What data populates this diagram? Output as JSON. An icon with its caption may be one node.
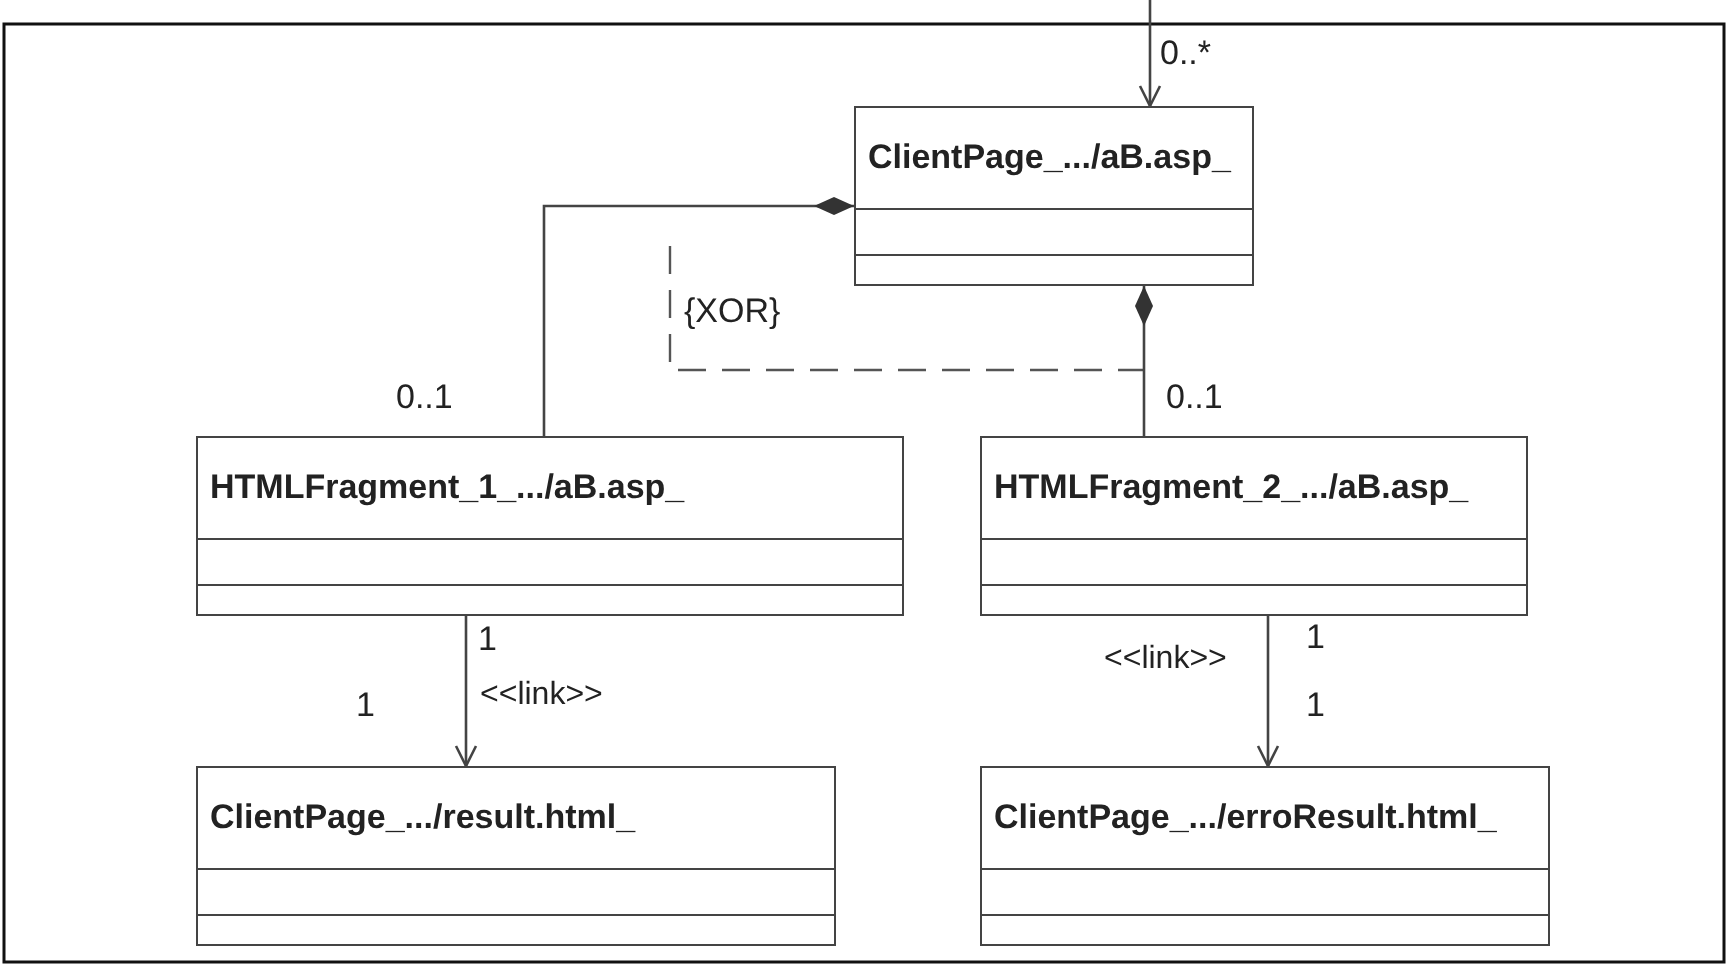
{
  "diagram": {
    "nodes": [
      {
        "text": [
          "ClientPage_.../aB.asp_"
        ]
      },
      {
        "text": [
          "HTMLFragment_1_.../aB.asp_"
        ]
      },
      {
        "text": [
          "HTMLFragment_2_.../aB.asp_"
        ]
      },
      {
        "text": [
          "ClientPage_.../result.html_"
        ]
      },
      {
        "text": [
          "ClientPage_.../erroResult.html_"
        ]
      }
    ],
    "edges": [
      {
        "from": null,
        "to": 0,
        "arrow": "to"
      },
      {
        "from": 1,
        "to": 0,
        "arrow": "other"
      },
      {
        "from": 2,
        "to": 0,
        "arrow": "other"
      },
      {
        "from": 1,
        "to": 3,
        "arrow": "to",
        "label": "<<link>>"
      },
      {
        "from": 2,
        "to": 4,
        "arrow": "to",
        "label": "<<link>>"
      }
    ],
    "labels": [
      "0..*",
      "{XOR}",
      "0..1",
      "0..1",
      "1",
      "1",
      "1",
      "1"
    ]
  }
}
